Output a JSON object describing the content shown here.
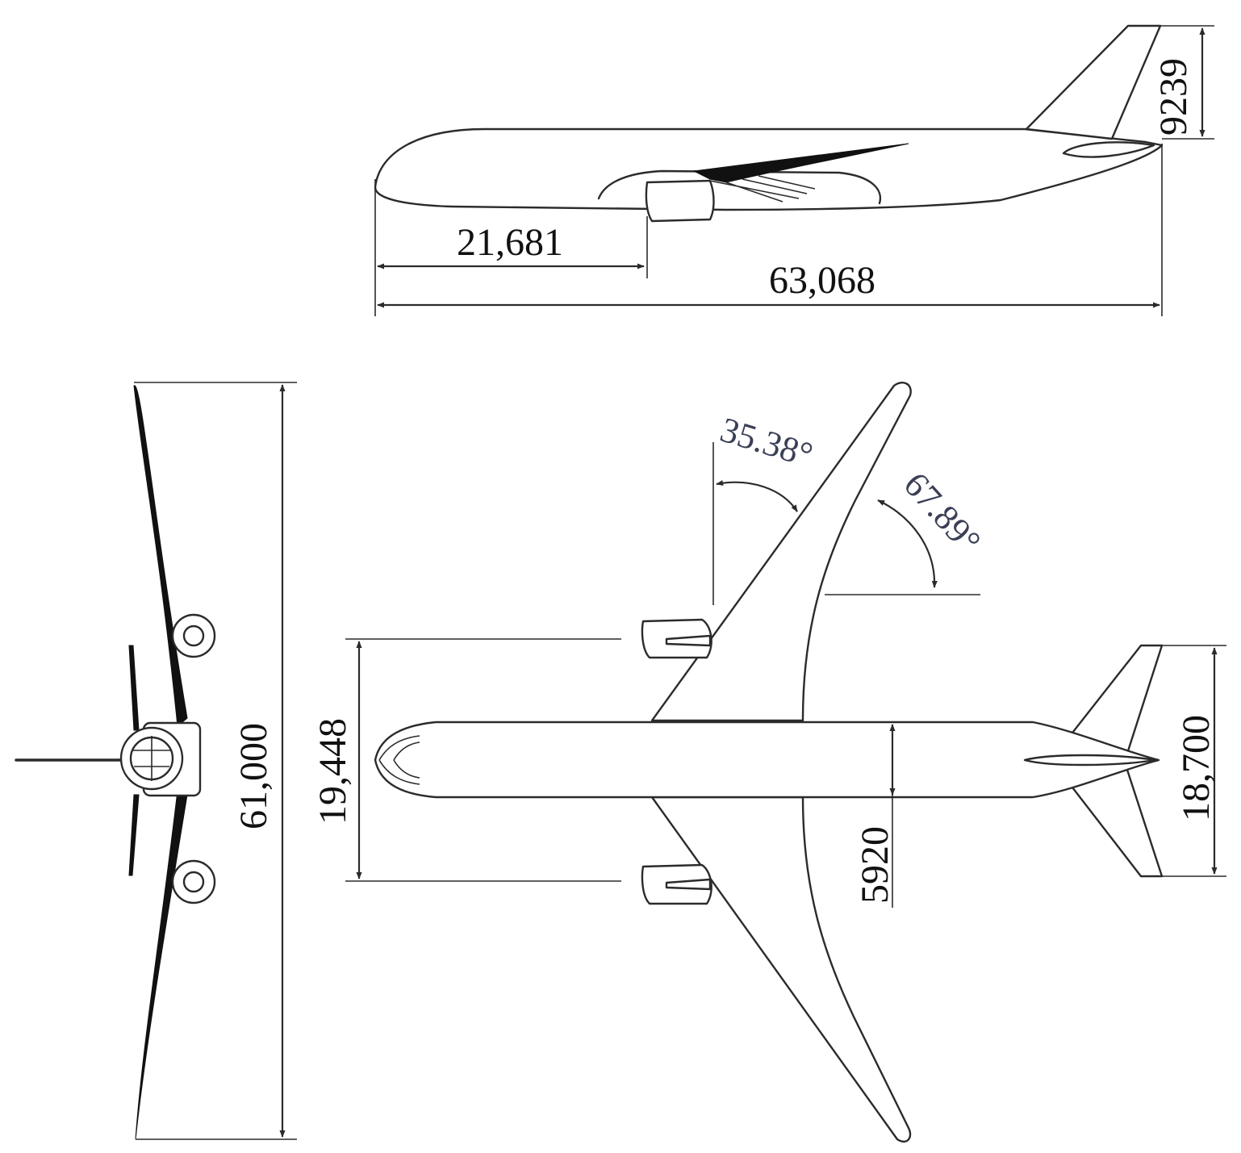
{
  "dimensions": {
    "nose_to_wing_root": "21,681",
    "overall_length": "63,068",
    "tail_height": "9239",
    "wingspan": "61,000",
    "engine_spacing": "19,448",
    "fuselage_width": "5920",
    "tailplane_span": "18,700"
  },
  "angles": {
    "leading_edge_sweep": "35.38°",
    "trailing_edge_angle": "67.89°"
  }
}
